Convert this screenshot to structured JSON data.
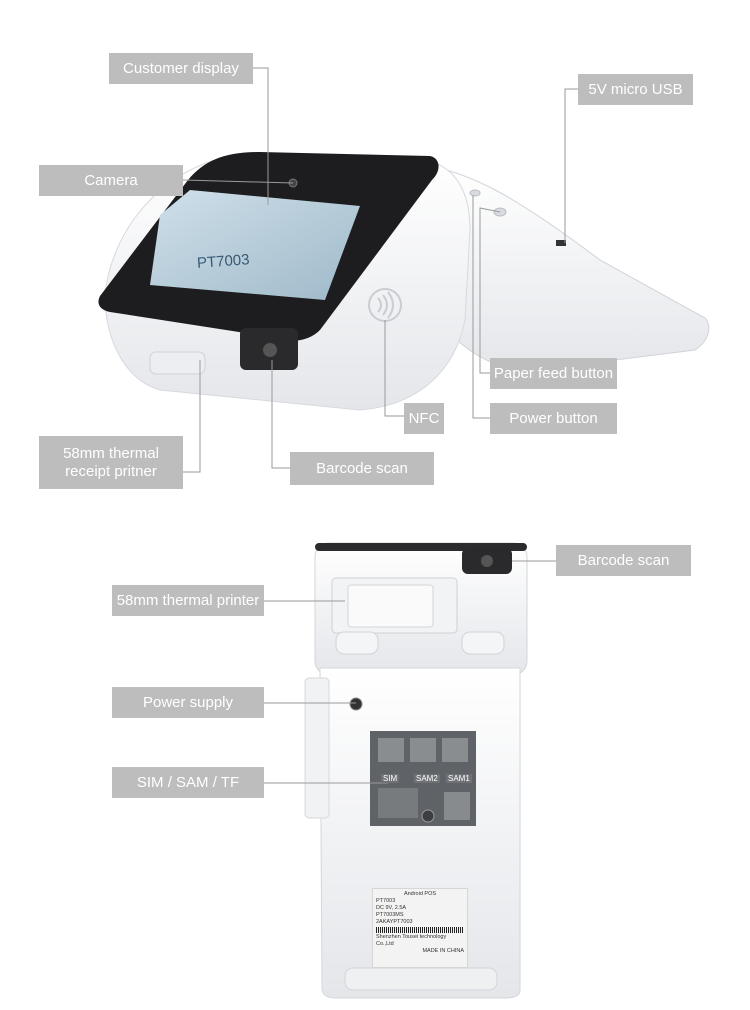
{
  "callouts_top": {
    "customer_display": "Customer display",
    "camera": "Camera",
    "micro_usb": "5V micro USB",
    "paper_feed": "Paper feed button",
    "power_button": "Power button",
    "nfc": "NFC",
    "receipt_printer": "58mm thermal receipt pritner",
    "barcode_scan": "Barcode scan"
  },
  "callouts_bottom": {
    "barcode_scan": "Barcode scan",
    "thermal_printer": "58mm thermal printer",
    "power_supply": "Power supply",
    "sim_sam_tf": "SIM / SAM / TF"
  },
  "device": {
    "screen_text": "PT7003",
    "slots": [
      "SIM",
      "SAM2",
      "SAM1"
    ],
    "sticker": {
      "title": "Android POS",
      "model": "PT7003",
      "input": "DC 9V, 2.5A",
      "part_no": "PT7003MS",
      "fcc_id": "2AKAYPT7003",
      "manufacturer": "Shenzhen Tousei technology Co.,Ltd",
      "made_in": "MADE IN CHINA"
    }
  },
  "colors": {
    "label_bg": "#bdbdbd",
    "leader": "#9a9a9a"
  }
}
